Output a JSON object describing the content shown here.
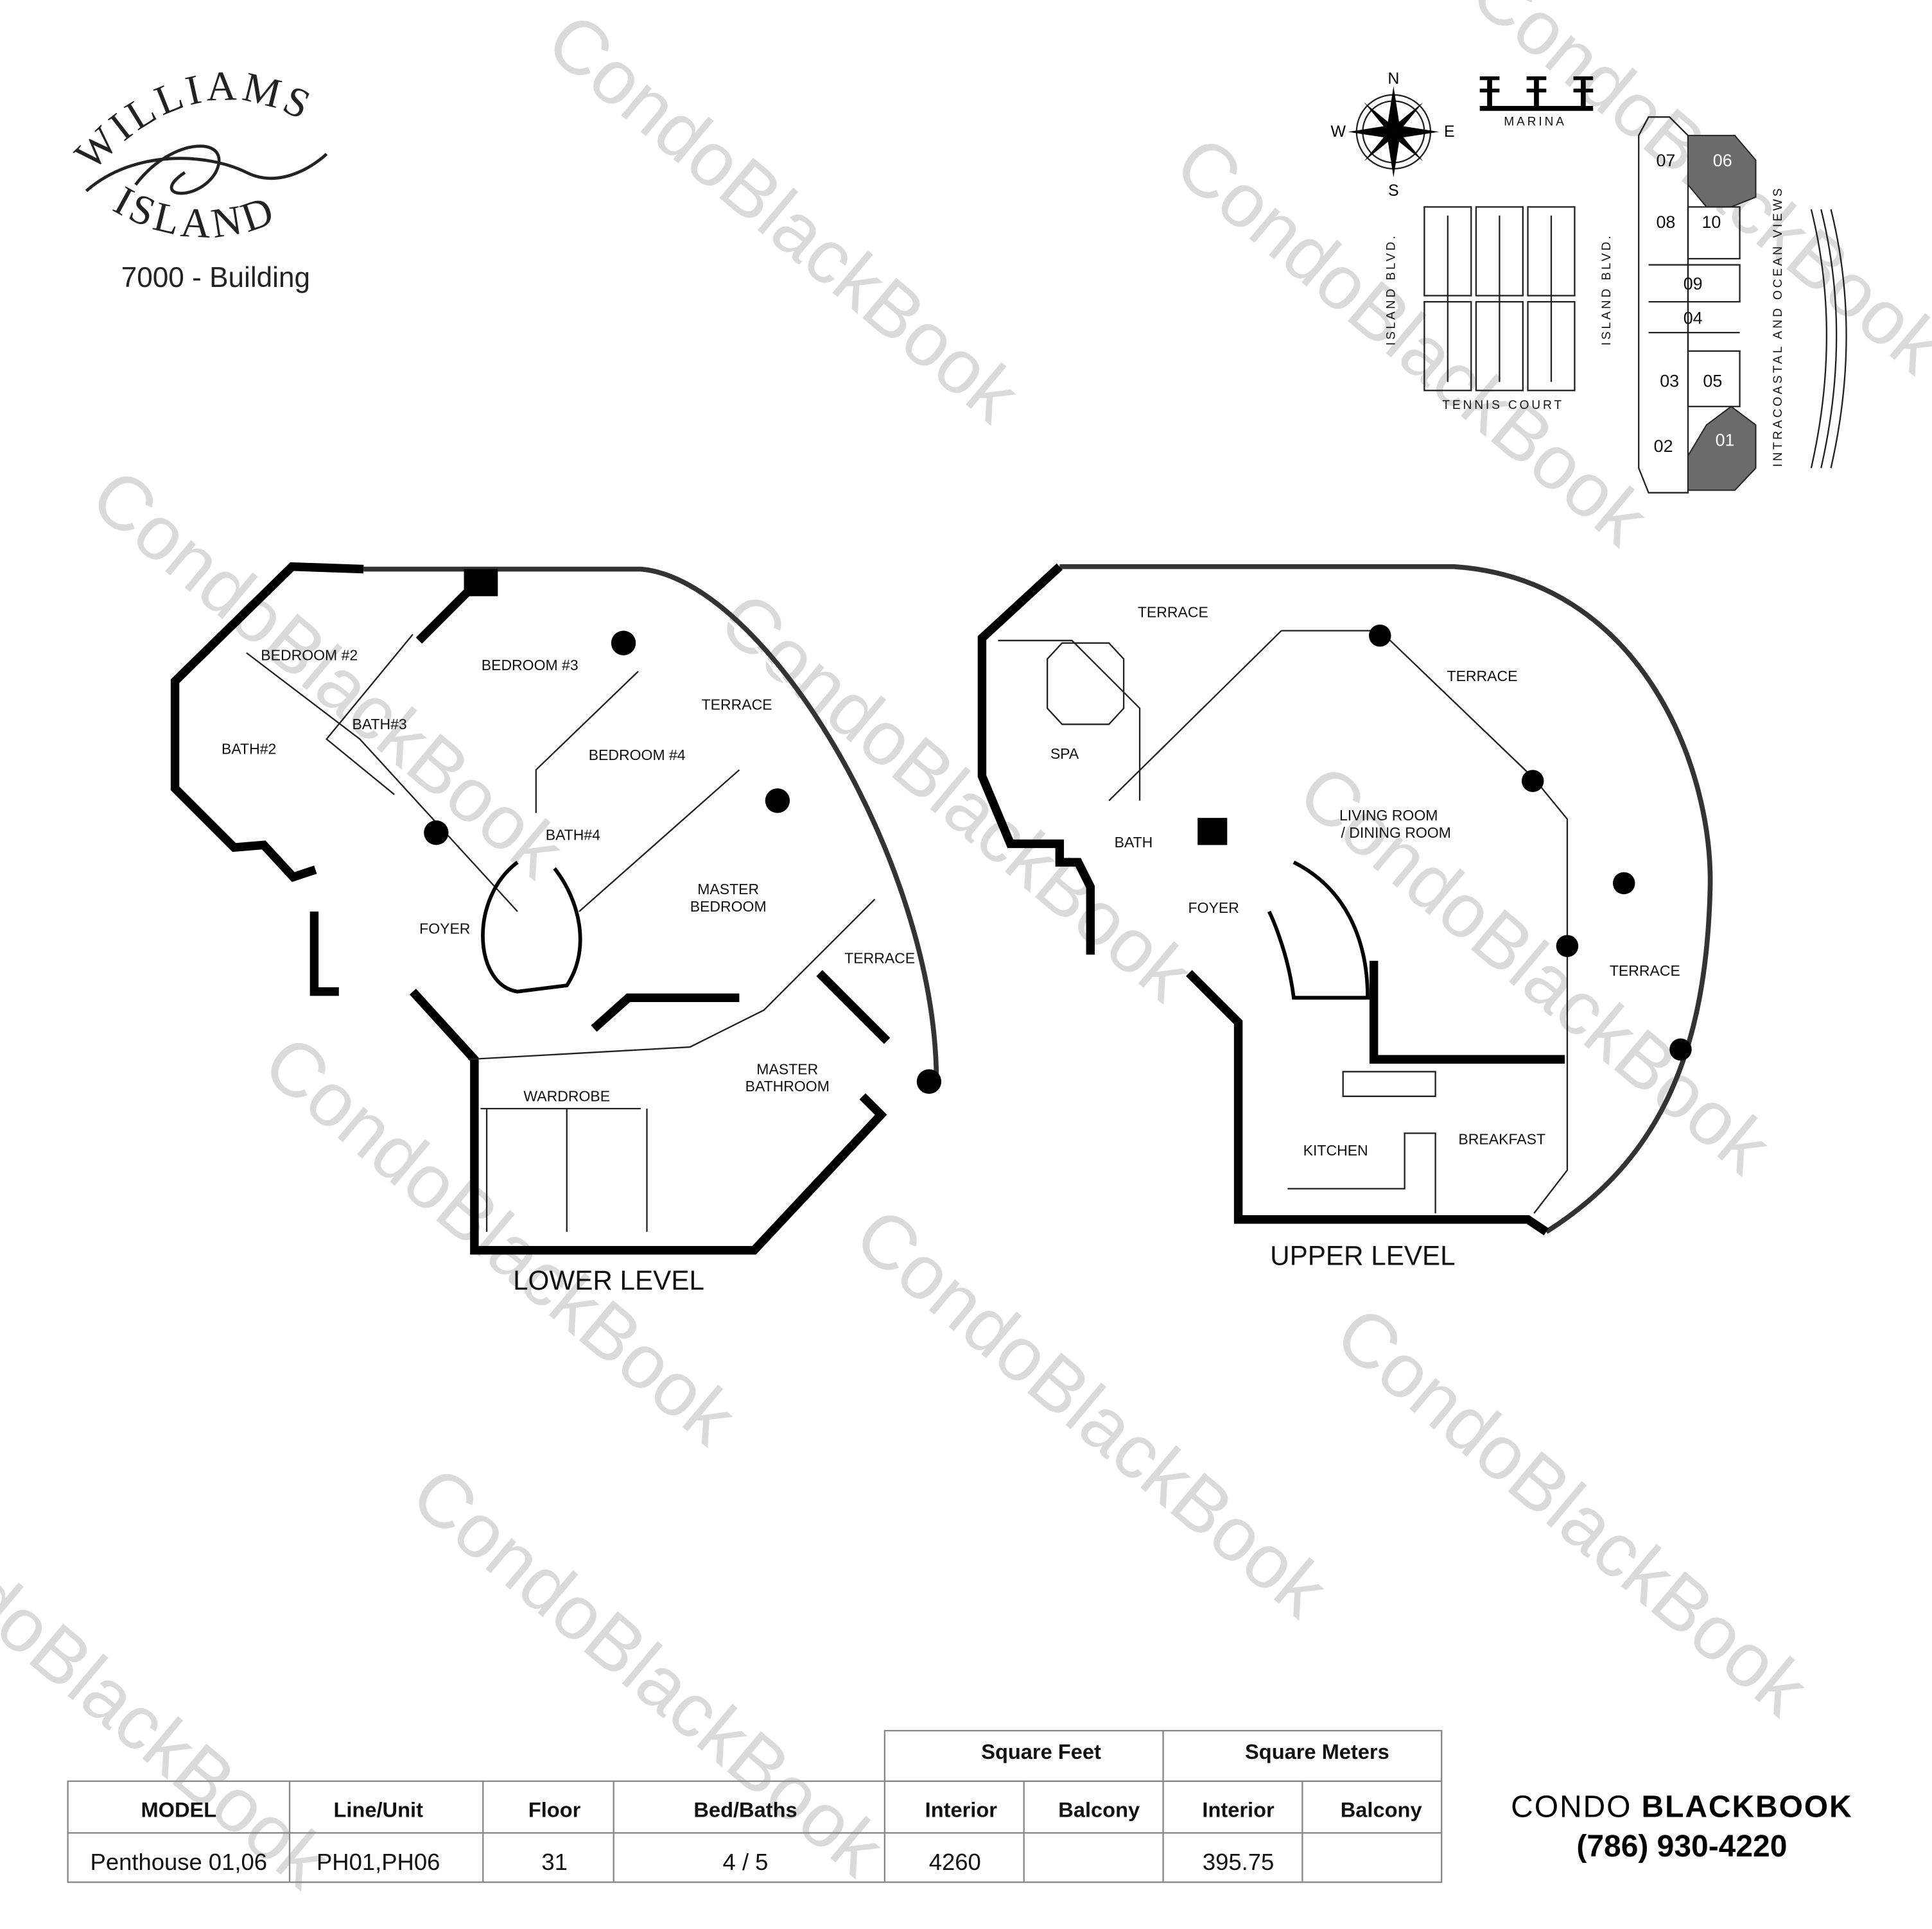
{
  "logo": {
    "line1": "WILLIAMS",
    "line2": "ISLAND"
  },
  "building": "7000 - Building",
  "key_plan": {
    "compass": {
      "n": "N",
      "s": "S",
      "e": "E",
      "w": "W"
    },
    "marina": "MARINA",
    "street_left": "ISLAND BLVD.",
    "street_right": "ISLAND BLVD.",
    "tennis": "TENNIS COURT",
    "views": "INTRACOASTAL AND OCEAN VIEWS",
    "units": [
      "07",
      "06",
      "08",
      "10",
      "09",
      "04",
      "03",
      "05",
      "02",
      "01"
    ],
    "highlighted_units": [
      "06",
      "01"
    ],
    "highlight_color": "#6b6b6b"
  },
  "lower_level": {
    "title": "LOWER LEVEL",
    "rooms": [
      "BEDROOM #2",
      "BEDROOM #3",
      "BATH#3",
      "BATH#2",
      "TERRACE",
      "BEDROOM #4",
      "BATH#4",
      "MASTER",
      "BEDROOM",
      "FOYER",
      "TERRACE",
      "MASTER",
      "BATHROOM",
      "WARDROBE"
    ]
  },
  "upper_level": {
    "title": "UPPER LEVEL",
    "rooms": [
      "TERRACE",
      "TERRACE",
      "SPA",
      "LIVING ROOM",
      "/ DINING ROOM",
      "BATH",
      "FOYER",
      "TERRACE",
      "KITCHEN",
      "BREAKFAST"
    ]
  },
  "table": {
    "group_headers": [
      "Square Feet",
      "Square Meters"
    ],
    "headers": [
      "MODEL",
      "Line/Unit",
      "Floor",
      "Bed/Baths",
      "Interior",
      "Balcony",
      "Interior",
      "Balcony"
    ],
    "row": [
      "Penthouse 01,06",
      "PH01,PH06",
      "31",
      "4 / 5",
      "4260",
      "",
      "395.75",
      ""
    ]
  },
  "brand": {
    "name_regular": "CONDO ",
    "name_bold": "BLACKBOOK",
    "phone": "(786) 930-4220"
  },
  "watermark": "CondoBlackBook"
}
